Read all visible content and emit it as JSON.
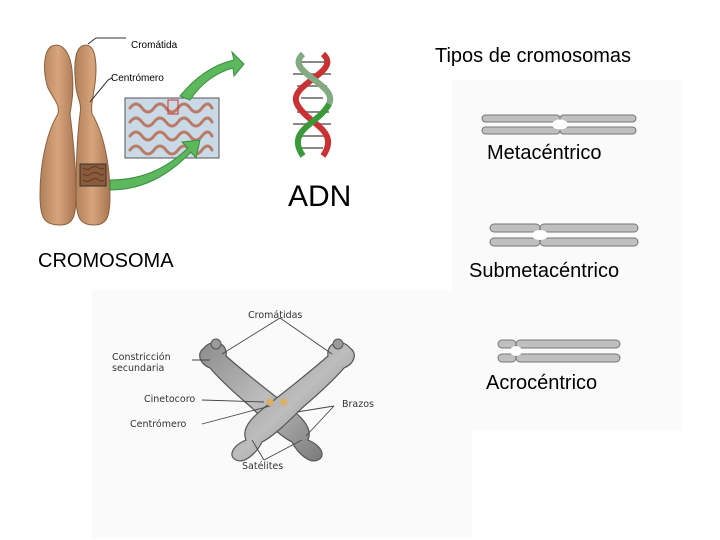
{
  "chromosome_fig": {
    "label": "CROMOSOMA",
    "chromatid_label": "Cromátida",
    "centromere_label": "Centrómero"
  },
  "dna_fig": {
    "label": "ADN"
  },
  "types": {
    "title": "Tipos de cromosomas",
    "metacentric": "Metacéntrico",
    "submetacentric": "Submetacéntrico",
    "acrocentric": "Acrocéntrico"
  },
  "structure_fig": {
    "chromatids": "Cromátidas",
    "secondary_constriction": "Constricción secundaria",
    "kinetochore": "Cinetocoro",
    "centromere": "Centrómero",
    "arms": "Brazos",
    "satellites": "Satélites"
  }
}
